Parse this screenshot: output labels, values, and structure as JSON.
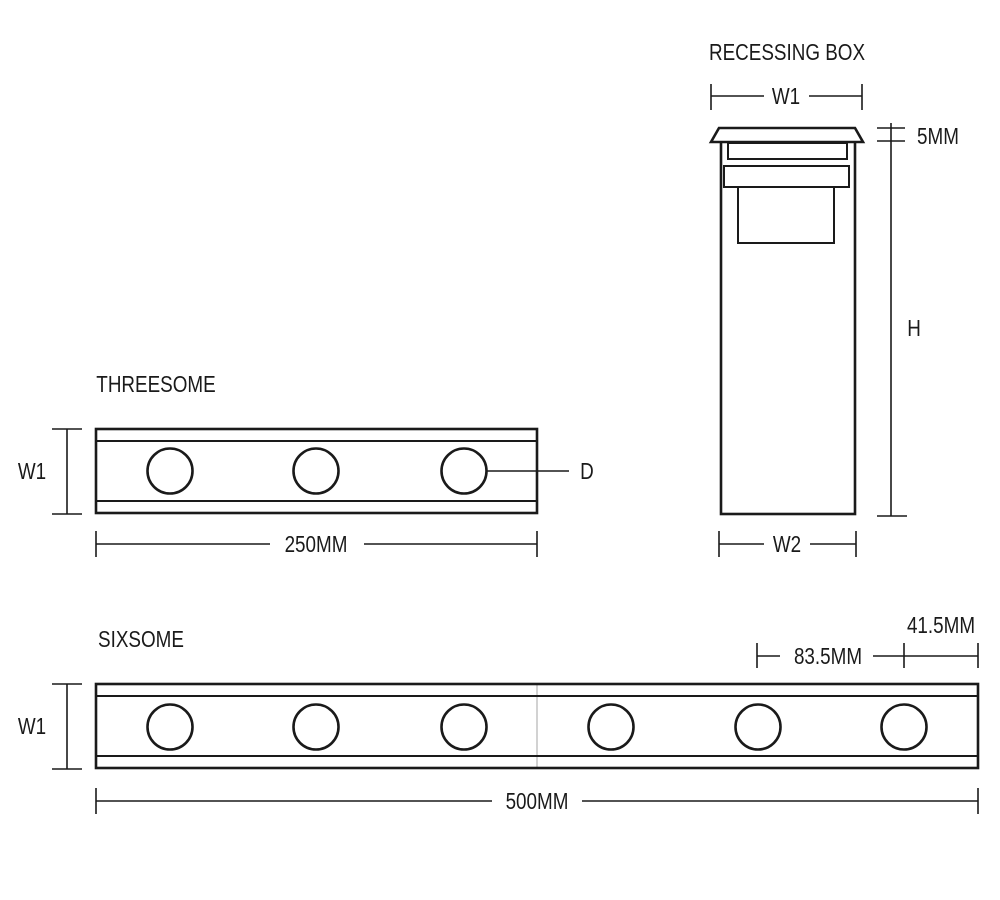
{
  "threesome": {
    "title": "THREESOME",
    "width_label": "W1",
    "length_label": "250MM",
    "diameter_label": "D"
  },
  "sixsome": {
    "title": "SIXSOME",
    "width_label": "W1",
    "length_label": "500MM",
    "spacing_label": "83.5MM",
    "end_label": "41.5MM"
  },
  "recessing_box": {
    "title": "RECESSING BOX",
    "top_width_label": "W1",
    "flange_label": "5MM",
    "height_label": "H",
    "bottom_width_label": "W2"
  }
}
